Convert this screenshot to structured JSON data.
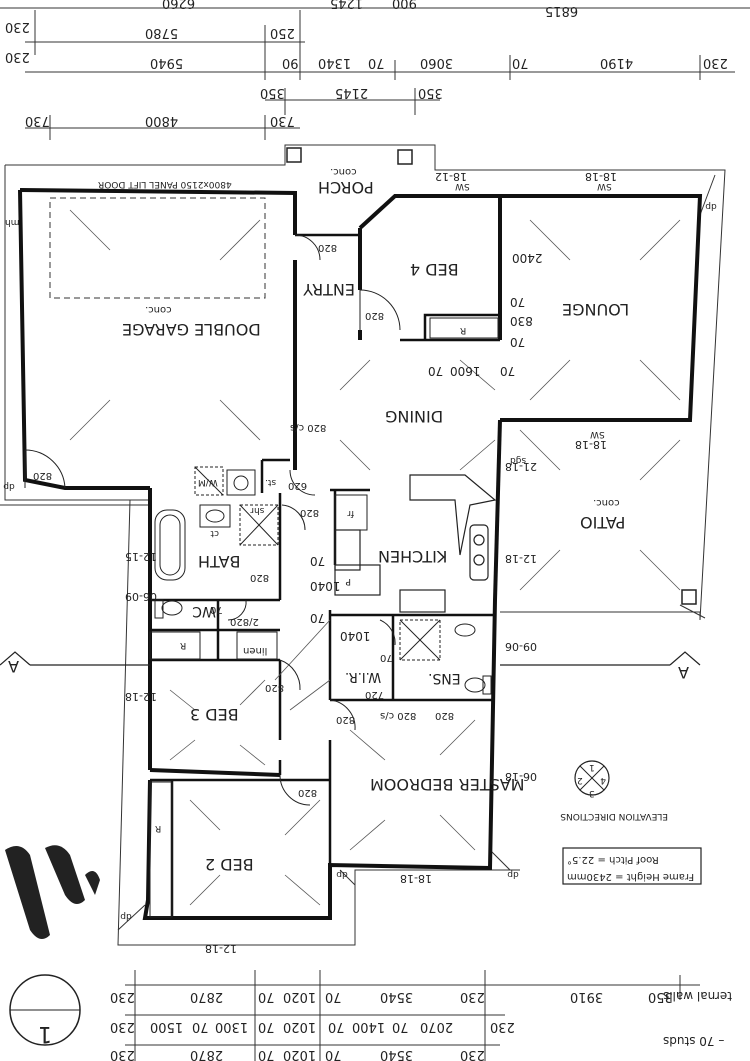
{
  "title_block": {
    "sheet_number": "1",
    "roof_pitch": "Roof Pitch = 22.5°",
    "frame_height": "Frame Height = 2430mm",
    "internal_walls": "ternal walls",
    "studs": "– 70 studs",
    "elevation_directions": "ELEVATION DIRECTIONS",
    "compass": [
      "1",
      "2",
      "3",
      "4"
    ]
  },
  "rooms": {
    "garage": "DOUBLE GARAGE",
    "garage_sub": "conc.",
    "porch": "PORCH",
    "porch_sub": "conc.",
    "entry": "ENTRY",
    "bed4": "BED 4",
    "lounge": "LOUNGE",
    "dining": "DINING",
    "patio": "PATIO",
    "patio_sub": "conc.",
    "kitchen": "KITCHEN",
    "bath": "BATH",
    "wc": "WC",
    "linen": "linen",
    "bed3": "BED 3",
    "wir": "W.I.R.",
    "ens": "ENS.",
    "master": "MASTER BEDROOM",
    "bed2": "BED 2"
  },
  "fixtures": {
    "wm": "W/M",
    "st": "st.",
    "ct": "ct",
    "shr": "shr",
    "r": "R",
    "p": "P",
    "fr": "fr",
    "dp": "dp",
    "mh": "mh",
    "sgd": "sgd",
    "sw": "SW"
  },
  "notes": {
    "garage_door": "4800x2150 PANEL LIFT DOOR",
    "c_s": "820 c/s"
  },
  "windows": {
    "w1818": "18-18",
    "w1812": "18-12",
    "w1215": "12-15",
    "w0609": "06-09",
    "w1218": "12-18",
    "w0618": "06-18",
    "w2118": "21-18",
    "w0906": "09-06"
  },
  "doors": {
    "d820": "820",
    "d720": "720",
    "d620": "620",
    "d2820": "2/820"
  },
  "dims_top": {
    "r1": [
      "6260",
      "1245",
      "900",
      "6815"
    ],
    "r2": [
      "230",
      "5780",
      "250"
    ],
    "r3": [
      "230",
      "5940",
      "90",
      "1340",
      "70",
      "3060",
      "70",
      "4190",
      "230"
    ],
    "r4": [
      "350",
      "2145",
      "350"
    ],
    "r5": [
      "730",
      "4800",
      "730"
    ]
  },
  "dims_inner": {
    "bed4_w": "2400",
    "seg1": "70",
    "seg2": "830",
    "seg3": "70",
    "sub1": "1600",
    "sub2": "70",
    "hall": "1040",
    "wir": "1040",
    "wir70": "70"
  },
  "dims_bottom": {
    "r1": [
      "230",
      "2870",
      "70",
      "1020",
      "70",
      "3540",
      "230",
      "3910",
      "350"
    ],
    "r2": [
      "230",
      "1500",
      "70",
      "1300",
      "70",
      "1020",
      "70",
      "1400",
      "70",
      "2070",
      "230"
    ],
    "r3": [
      "230",
      "2870",
      "70",
      "1020",
      "70",
      "3540",
      "230"
    ]
  },
  "section_marks": [
    "A",
    "A"
  ]
}
